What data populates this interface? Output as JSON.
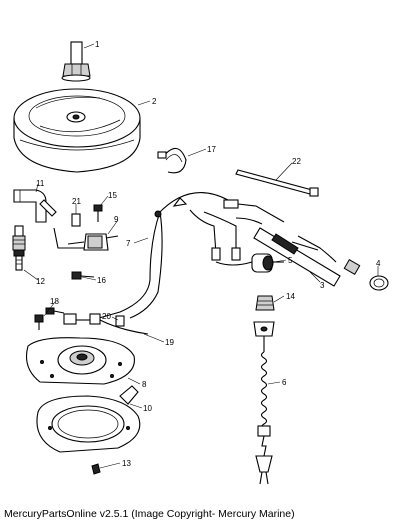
{
  "callouts": {
    "c1": "1",
    "c2": "2",
    "c3": "3",
    "c4": "4",
    "c5": "5",
    "c6": "6",
    "c7": "7",
    "c8": "8",
    "c9": "9",
    "c10": "10",
    "c11": "11",
    "c12": "12",
    "c13": "13",
    "c14": "14",
    "c15": "15",
    "c16": "16",
    "c17": "17",
    "c18": "18",
    "c19": "19",
    "c20": "20",
    "c21": "21",
    "c22": "22"
  },
  "footer": "MercuryPartsOnline v2.5.1 (Image Copyright- Mercury Marine)"
}
